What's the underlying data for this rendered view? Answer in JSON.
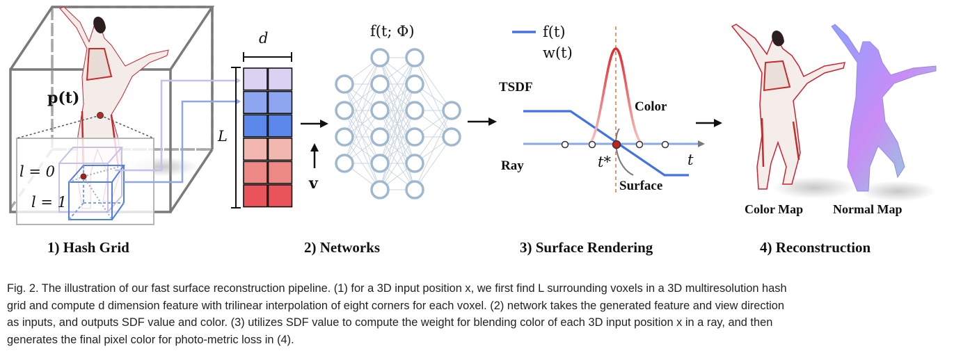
{
  "hash_grid": {
    "title": "1) Hash Grid",
    "point_label": "p(t)",
    "level0_label": "l = 0",
    "level1_label": "l = 1"
  },
  "features": {
    "dim_label": "d",
    "levels_label": "L",
    "rows": [
      {
        "color": "#d9d2f3"
      },
      {
        "color": "#8ea6ef"
      },
      {
        "color": "#5b86ea"
      },
      {
        "color": "#f2b8b0"
      },
      {
        "color": "#ec8985"
      },
      {
        "color": "#e8545a"
      }
    ],
    "view_label": "v"
  },
  "networks": {
    "title": "2) Networks",
    "func_label": "f(t; Φ)",
    "layers": [
      4,
      6,
      6,
      2
    ],
    "node_color": "#9fb8cf"
  },
  "surface_rendering": {
    "title": "3) Surface Rendering",
    "legend_f": "f(t)",
    "legend_w": "w(t)",
    "tsdf_label": "TSDF",
    "color_label": "Color",
    "ray_label": "Ray",
    "tstar_label": "t*",
    "t_label": "t",
    "surface_label": "Surface",
    "f_color": "#4472e4",
    "w_color": "#e8333b"
  },
  "reconstruction": {
    "title": "4) Reconstruction",
    "color_map_label": "Color Map",
    "normal_map_label": "Normal Map"
  },
  "caption": {
    "lines": [
      "Fig. 2.  The illustration of our fast surface reconstruction pipeline. (1) for a 3D input position x, we first find L surrounding voxels in a 3D multiresolution hash",
      "grid and compute d dimension feature with trilinear interpolation of eight corners for each voxel. (2) network takes the generated feature and view direction",
      "as inputs, and outputs SDF value and color. (3) utilizes SDF value to compute the weight for blending color of each 3D input position x in a ray, and then",
      "generates the final pixel color for photo-metric loss in (4)."
    ]
  }
}
